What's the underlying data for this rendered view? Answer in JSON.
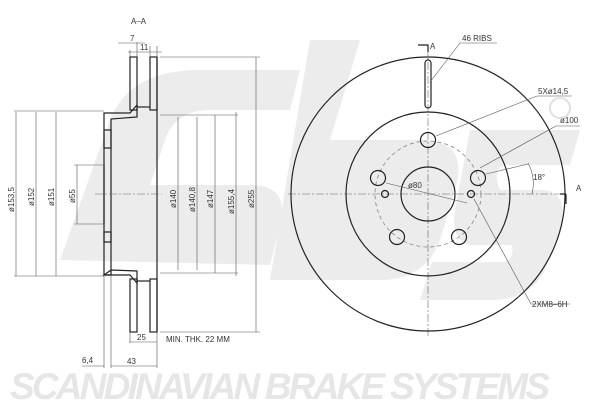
{
  "section_label": "A–A",
  "watermark": {
    "logo": "sbs",
    "text": "SCANDINAVIAN BRAKE SYSTEMS"
  },
  "section_view": {
    "top_dims": {
      "width_7": "7",
      "width_11": "11"
    },
    "diameters": {
      "d153_5": "ø153,5",
      "d152": "ø152",
      "d151": "ø151",
      "d55": "ø55",
      "d140": "ø140",
      "d140_8": "ø140,8",
      "d147": "ø147",
      "d155_4": "ø155,4",
      "d255": "ø255"
    },
    "bottom_dims": {
      "thickness": "25",
      "min_thk": "MIN. THK. 22 MM",
      "offset": "6,4",
      "height": "43"
    }
  },
  "front_view": {
    "ribs": "46 RIBS",
    "bolt_holes": "5Xø14,5",
    "pcd": "ø100",
    "angle": "18°",
    "center_bore": "ø80",
    "threads": "2XM8–6H",
    "section_marker": "A"
  }
}
